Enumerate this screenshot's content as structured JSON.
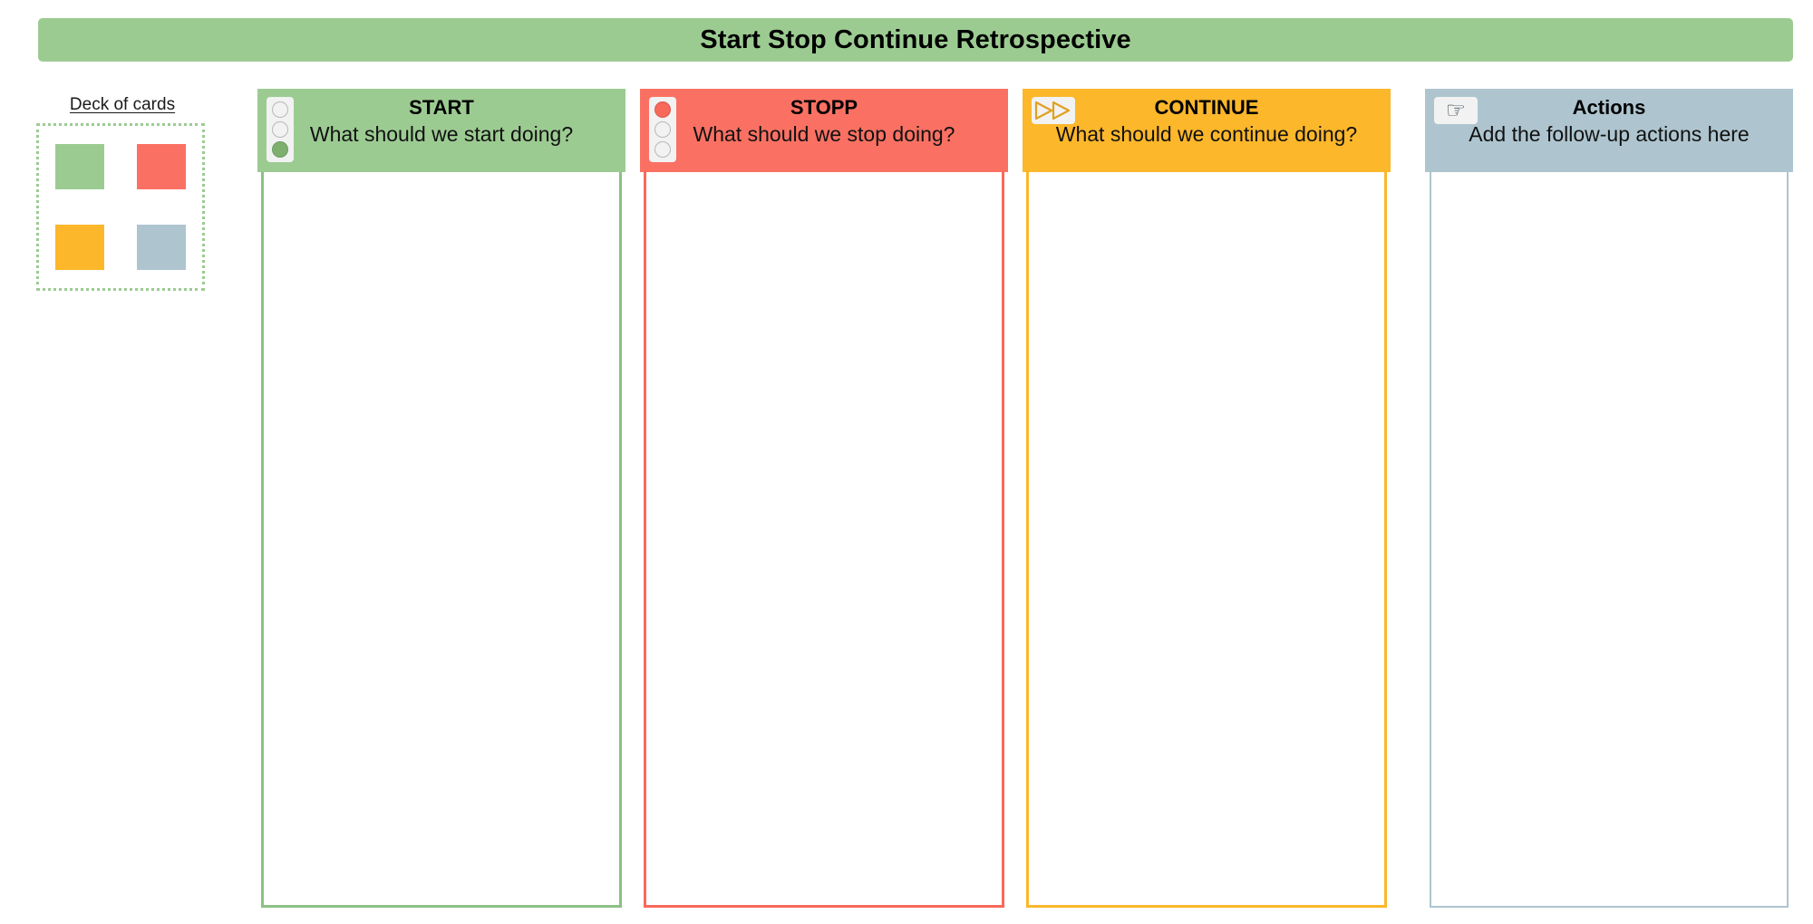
{
  "board": {
    "title": "Start Stop Continue Retrospective",
    "title_bg": "#9ccb92"
  },
  "deck": {
    "label": "Deck of cards",
    "border_color": "#9ccb92",
    "cards": [
      {
        "name": "green-card",
        "color": "#9ccb92"
      },
      {
        "name": "red-card",
        "color": "#fa7163"
      },
      {
        "name": "orange-card",
        "color": "#fcb72b"
      },
      {
        "name": "blue-card",
        "color": "#aec5cf"
      }
    ]
  },
  "columns": [
    {
      "key": "start",
      "title": "START",
      "subtitle": "What should we start doing?",
      "color": "#9ccb92",
      "border_color": "#8cc084",
      "icon": "traffic-light-green-icon"
    },
    {
      "key": "stopp",
      "title": "STOPP",
      "subtitle": "What should we stop doing?",
      "color": "#fa7163",
      "border_color": "#f8695a",
      "icon": "traffic-light-red-icon"
    },
    {
      "key": "continue",
      "title": "CONTINUE",
      "subtitle": "What should we continue doing?",
      "color": "#fcb72b",
      "border_color": "#fcb72b",
      "icon": "fast-forward-icon"
    },
    {
      "key": "actions",
      "title": "Actions",
      "subtitle": "Add the follow-up actions here",
      "color": "#aec5cf",
      "border_color": "#aec5cf",
      "icon": "pointing-hand-icon"
    }
  ]
}
